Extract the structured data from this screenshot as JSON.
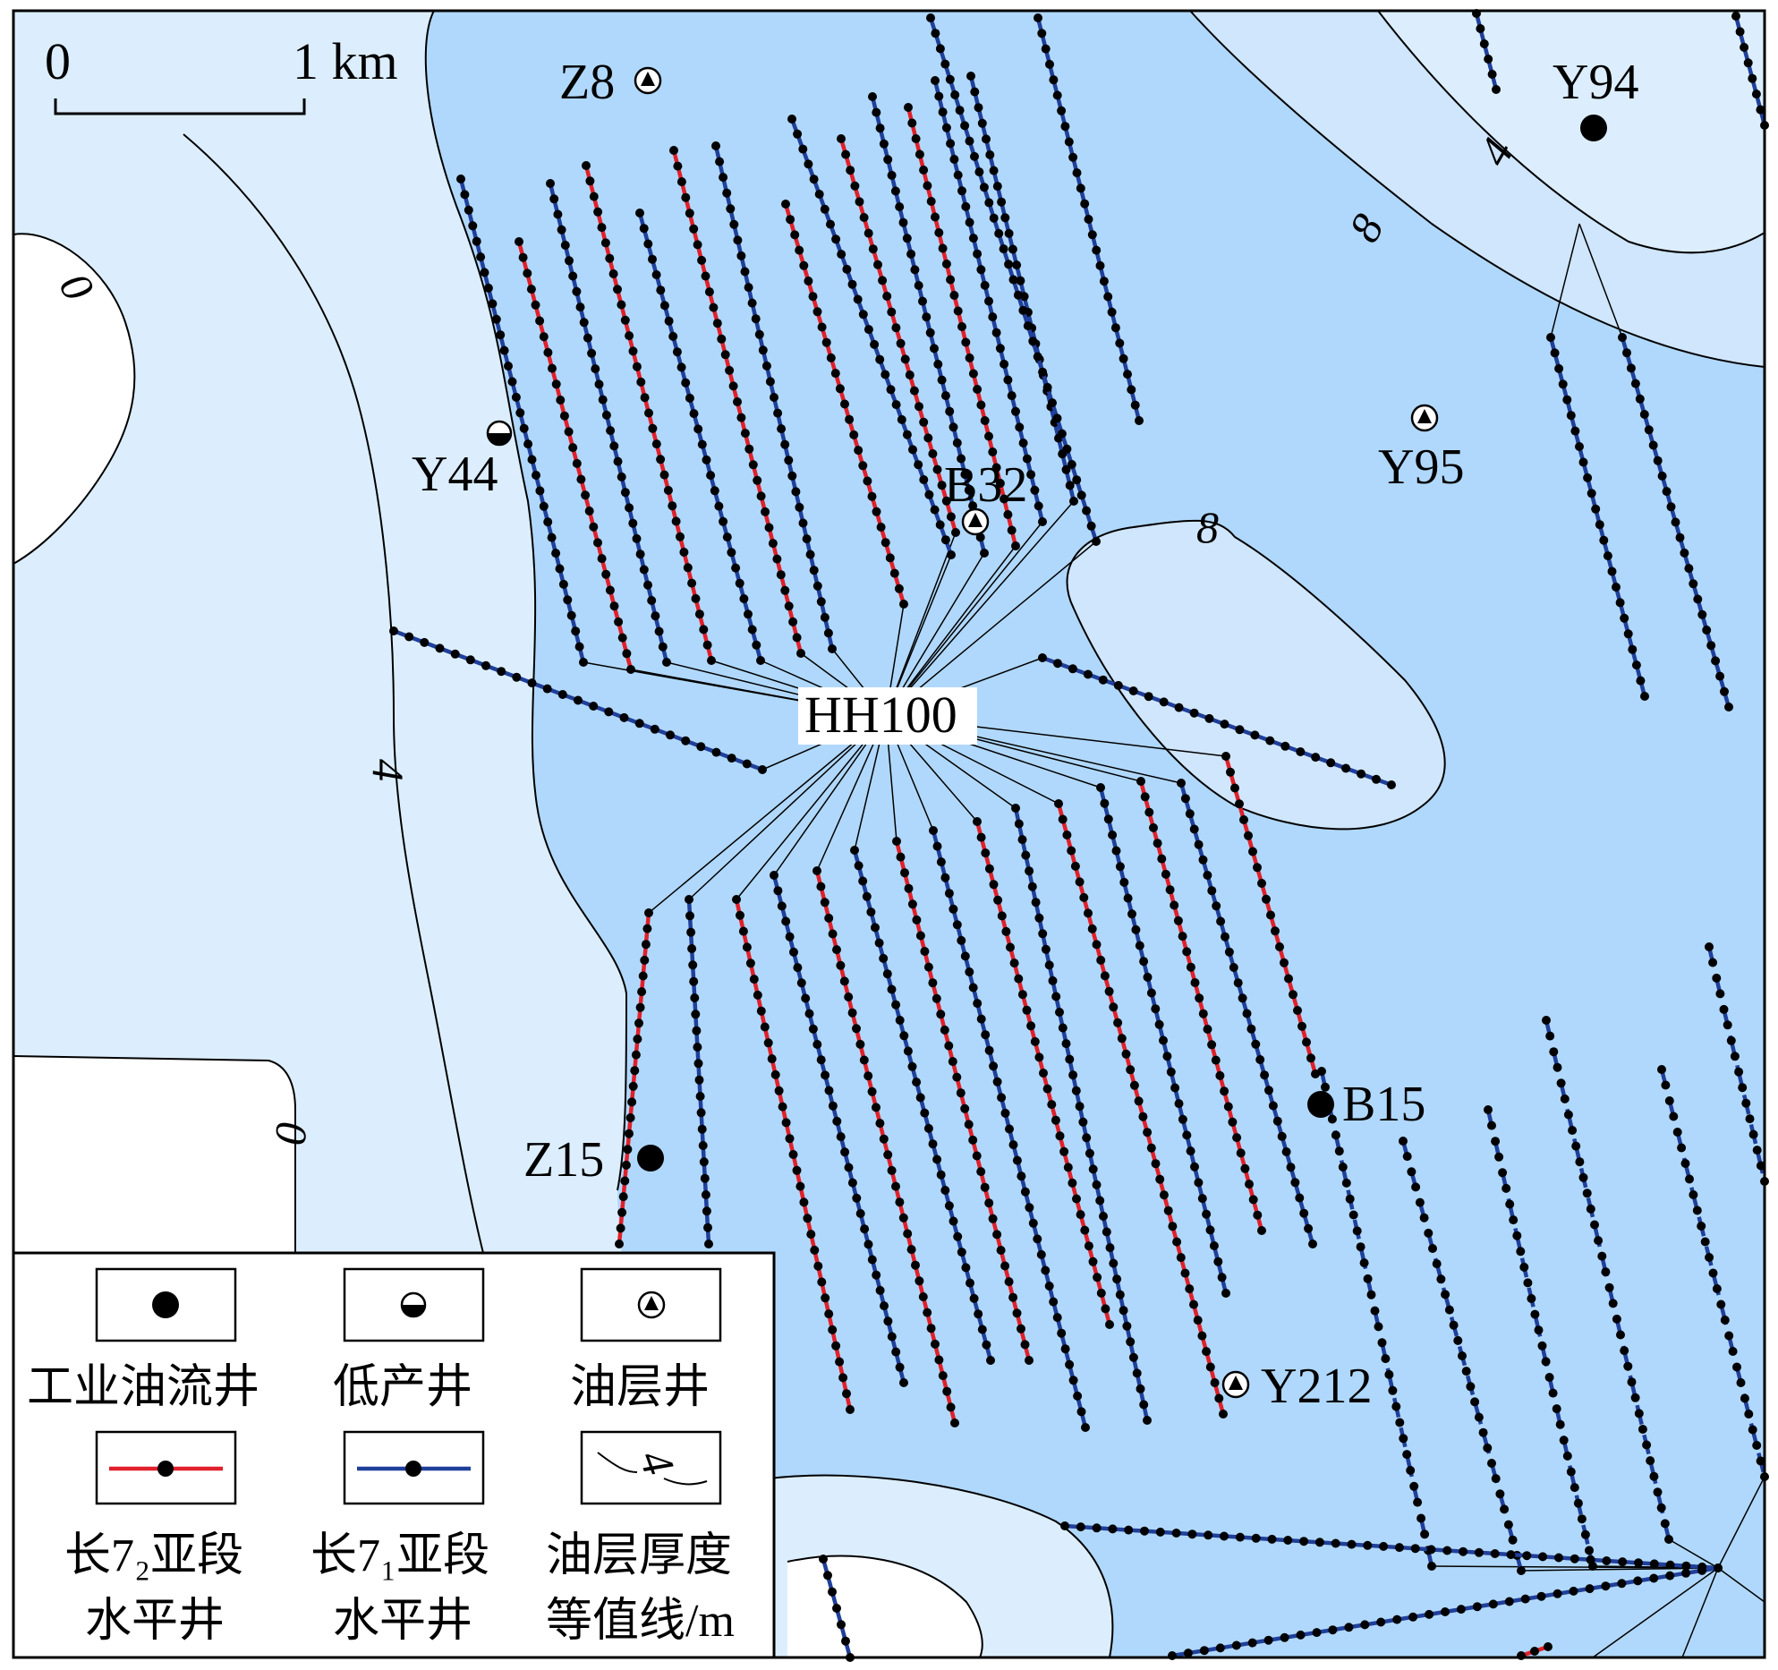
{
  "scale_bar": {
    "start_label": "0",
    "end_label": "1 km"
  },
  "colors": {
    "zone_0": "#ffffff",
    "zone_0_4": "#dceefe",
    "zone_4_8": "#b0d8fc",
    "zone_8_plus": "#cfe6fd",
    "well_change72": "#e0202a",
    "well_change71": "#1f3f9a"
  },
  "contour_labels": [
    "0",
    "0",
    "4",
    "8",
    "8",
    "4"
  ],
  "platform_label": "HH100",
  "wells": [
    {
      "name": "Z8",
      "type": "oil-layer-well"
    },
    {
      "name": "Y94",
      "type": "industrial-oil-flow-well"
    },
    {
      "name": "Y44",
      "type": "low-production-well"
    },
    {
      "name": "B32",
      "type": "oil-layer-well"
    },
    {
      "name": "Y95",
      "type": "oil-layer-well"
    },
    {
      "name": "B15",
      "type": "industrial-oil-flow-well"
    },
    {
      "name": "Z15",
      "type": "industrial-oil-flow-well"
    },
    {
      "name": "Y212",
      "type": "oil-layer-well"
    }
  ],
  "legend": {
    "items": [
      {
        "label": "工业油流井",
        "symbol": "filled-dot-icon"
      },
      {
        "label": "低产井",
        "symbol": "half-filled-circle-icon"
      },
      {
        "label": "油层井",
        "symbol": "circle-triangle-icon"
      },
      {
        "label_line1": "长7₂亚段",
        "label_line2": "水平井",
        "symbol": "red-horizontal-well-icon"
      },
      {
        "label_line1": "长7₁亚段",
        "label_line2": "水平井",
        "symbol": "blue-horizontal-well-icon"
      },
      {
        "label_line1": "油层厚度",
        "label_line2": "等值线/m",
        "symbol": "contour-line-icon",
        "symbol_text": "4"
      }
    ]
  }
}
